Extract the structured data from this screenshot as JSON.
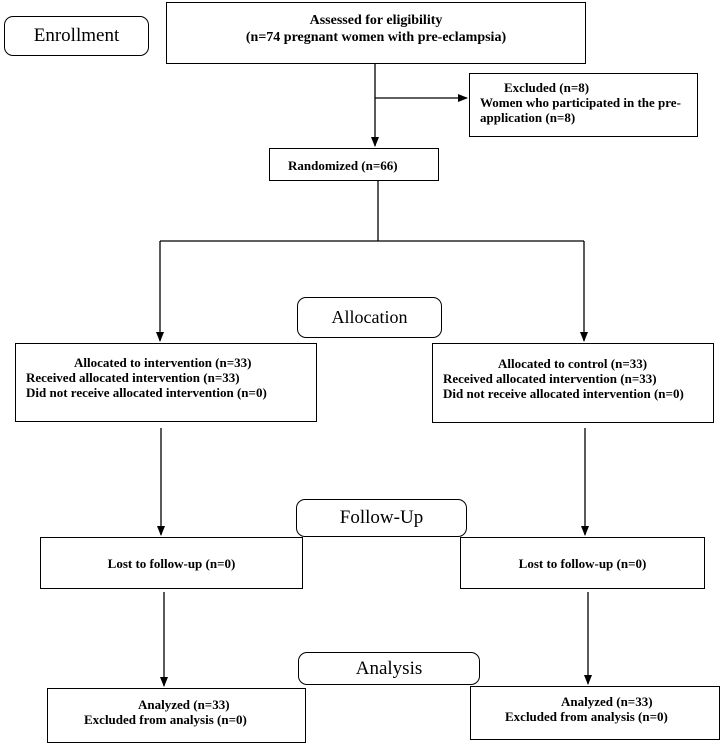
{
  "stages": {
    "enrollment": "Enrollment",
    "allocation": "Allocation",
    "follow_up": "Follow-Up",
    "analysis": "Analysis"
  },
  "assessed": {
    "line1": "Assessed for eligibility",
    "line2": "(n=74 pregnant women with pre-eclampsia)"
  },
  "excluded": {
    "line1": "Excluded (n=8)",
    "line2": "Women who participated in the pre-",
    "line3": "application (n=8)"
  },
  "randomized": "Randomized (n=66)",
  "allocation_intervention": {
    "line1": "Allocated to intervention (n=33)",
    "line2": "Received allocated intervention (n=33)",
    "line3": "Did not receive allocated intervention (n=0)"
  },
  "allocation_control": {
    "line1": "Allocated to control (n=33)",
    "line2": "Received allocated intervention (n=33)",
    "line3": "Did not receive allocated intervention   (n=0)"
  },
  "followup_intervention": "Lost to follow-up (n=0)",
  "followup_control": "Lost to follow-up (n=0)",
  "analysis_intervention": {
    "line1": "Analyzed (n=33)",
    "line2": "Excluded from analysis (n=0)"
  },
  "analysis_control": {
    "line1": "Analyzed (n=33)",
    "line2": "Excluded from analysis (n=0)"
  },
  "colors": {
    "line": "#000000",
    "background": "#ffffff"
  }
}
